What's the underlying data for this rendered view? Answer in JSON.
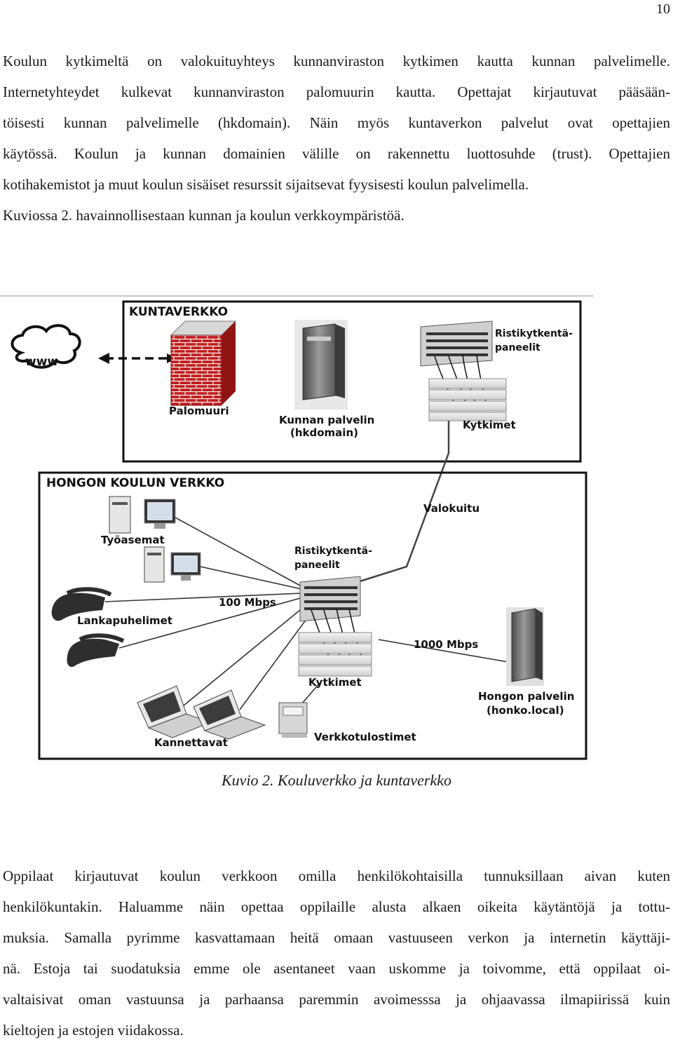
{
  "page_number": "10",
  "paragraph1": [
    "Koulun kytkimeltä on valokuituyhteys kunnanviraston kytkimen kautta kunnan palvelimelle.",
    "Internetyhteydet kulkevat kunnanviraston palomuurin kautta. Opettajat kirjautuvat pääsään-",
    "töisesti kunnan palvelimelle (hkdomain). Näin myös kuntaverkon palvelut ovat opettajien",
    "käytössä. Koulun ja kunnan domainien välille on rakennettu luottosuhde (trust). Opettajien",
    "kotihakemistot ja muut koulun sisäiset resurssit sijaitsevat fyysisesti koulun palvelimella.",
    "Kuviossa 2. havainnollisestaan kunnan ja koulun verkkoympäristöä."
  ],
  "figure": {
    "www": "www",
    "kunta_title": "KUNTAVERKKO",
    "palomuuri": "Palomuuri",
    "kunnan_palvelin_1": "Kunnan palvelin",
    "kunnan_palvelin_2": "(hkdomain)",
    "risti_top_1": "Ristikytkentä-",
    "risti_top_2": "paneelit",
    "kytkimet_top": "Kytkimet",
    "koulu_title": "HONGON KOULUN VERKKO",
    "valokuitu": "Valokuitu",
    "tyoasemat": "Työasemat",
    "risti_bot_1": "Ristikytkentä-",
    "risti_bot_2": "paneelit",
    "mbps100": "100 Mbps",
    "lankapuhelimet": "Lankapuhelimet",
    "mbps1000": "1000 Mbps",
    "kytkimet_bot": "Kytkimet",
    "hongon_palvelin_1": "Hongon palvelin",
    "hongon_palvelin_2": "(honko.local)",
    "kannettavat": "Kannettavat",
    "verkkotulostimet": "Verkkotulostimet"
  },
  "caption": "Kuvio 2. Kouluverkko ja kuntaverkko",
  "paragraph2": [
    "Oppilaat kirjautuvat koulun verkkoon omilla henkilökohtaisilla tunnuksillaan aivan kuten",
    "henkilökuntakin. Haluamme näin opettaa oppilaille alusta alkaen oikeita käytäntöjä ja tottu-",
    "muksia. Samalla pyrimme kasvattamaan heitä omaan vastuuseen verkon ja internetin käyttäji-",
    "nä. Estoja tai suodatuksia emme ole asentaneet vaan uskomme ja toivomme, että oppilaat oi-",
    "valtaisivat oman vastuunsa ja parhaansa paremmin avoimesssa ja ohjaavassa ilmapiirissä kuin",
    "kieltojen ja estojen viidakossa."
  ]
}
